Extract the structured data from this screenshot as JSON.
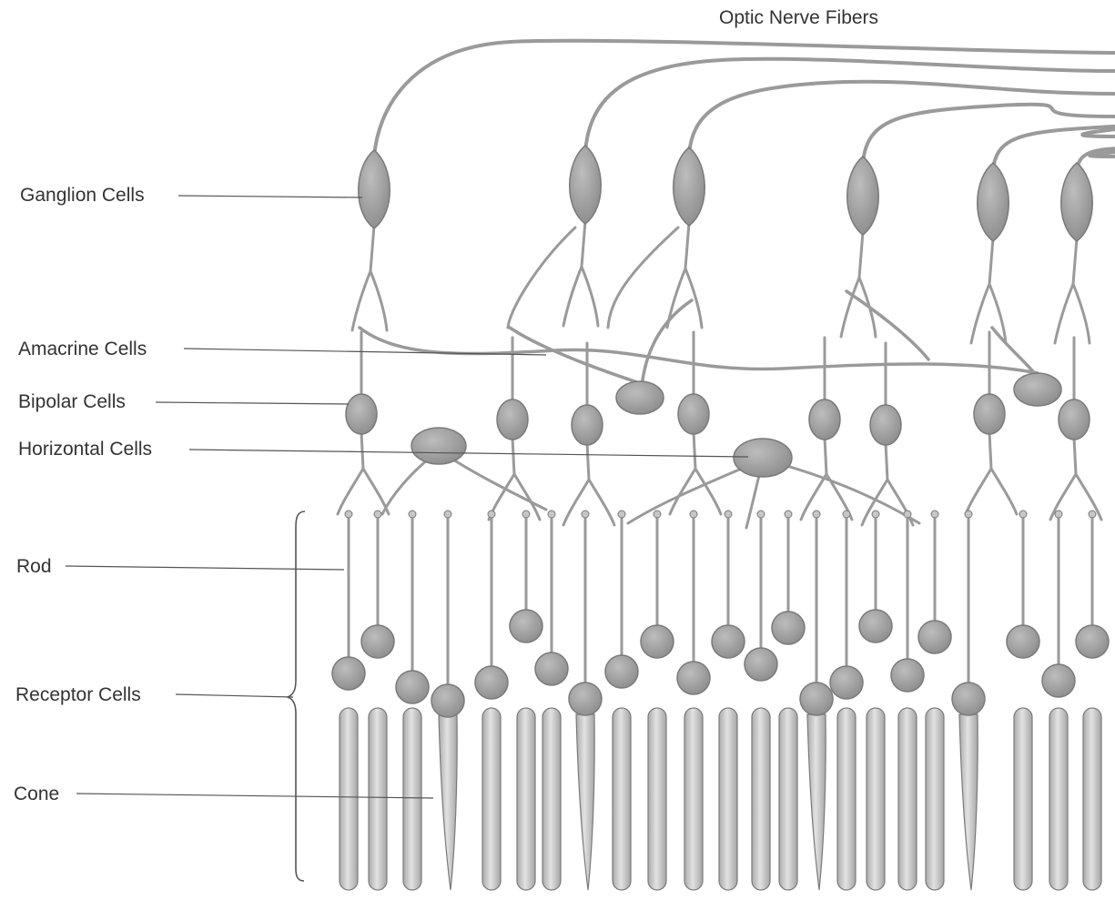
{
  "diagram": {
    "title": "Optic Nerve Fibers",
    "labels": {
      "ganglion": "Ganglion Cells",
      "amacrine": "Amacrine Cells",
      "bipolar": "Bipolar Cells",
      "horizontal": "Horizontal Cells",
      "rod": "Rod",
      "receptor": "Receptor Cells",
      "cone": "Cone"
    },
    "colors": {
      "cell_fill": "#999999",
      "cell_stroke": "#7a7a7a",
      "fiber": "#9a9a9a",
      "receptor_fill": "#c6c6c6",
      "leader_line": "#555555",
      "text": "#333333"
    }
  }
}
